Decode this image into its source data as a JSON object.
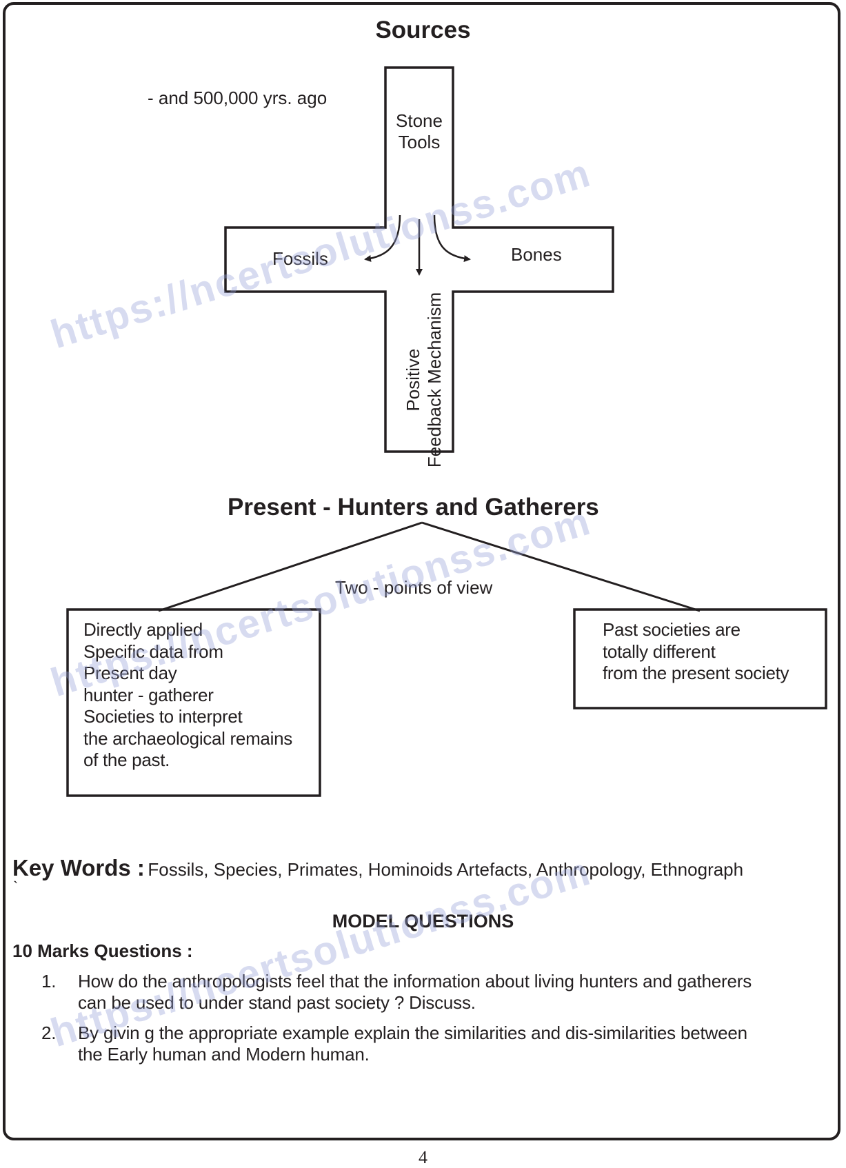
{
  "sources": {
    "title": "Sources",
    "time_note": "- and 500,000 yrs. ago",
    "top": "Stone\nTools",
    "left": "Fossils",
    "right": "Bones",
    "bottom_line1": "Positive",
    "bottom_line2": "Feedback Mechanism"
  },
  "present": {
    "title": "Present - Hunters and Gatherers",
    "branch_label": "Two - points of view",
    "left_box": [
      "Directly applied",
      "Specific data from",
      "Present day",
      "hunter - gatherer",
      "Societies to interpret",
      "the archaeological remains",
      "of the past."
    ],
    "right_box": [
      "Past societies are",
      "totally different",
      "from the present society"
    ]
  },
  "key_words": {
    "label": "Key Words :",
    "text": "Fossils, Species,  Primates, Hominoids  Artefacts,  Anthropology, Ethnograph",
    "stray_mark": "`"
  },
  "model_questions": {
    "title": "MODEL QUESTIONS",
    "marks_heading": "10 Marks Questions :",
    "questions": [
      {
        "num": "1.",
        "line1": "How do  the anthropologists feel that the  information about living  hunters  and gatherers",
        "line2": "can be used to under  stand past society ? Discuss."
      },
      {
        "num": "2.",
        "line1": "By  givin g  the appropriate example  explain the similarities and  dis-similarities between",
        "line2": "the Early human and Modern human."
      }
    ]
  },
  "watermark": "https://ncertsolutionss.com",
  "page_number": "4"
}
